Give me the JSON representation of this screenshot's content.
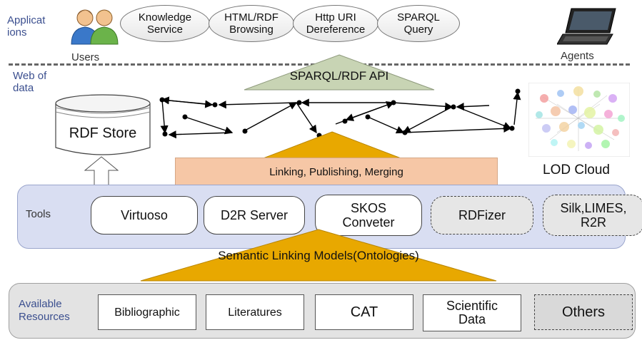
{
  "labels": {
    "applications": "Applicat\nions",
    "web_of_data": "Web of\ndata",
    "tools": "Tools",
    "available_resources": "Available\nResources",
    "users": "Users",
    "agents": "Agents",
    "lod_cloud": "LOD Cloud",
    "rdf_store": "RDF Store"
  },
  "applications": [
    {
      "line1": "Knowledge",
      "line2": "Service"
    },
    {
      "line1": "HTML/RDF",
      "line2": "Browsing"
    },
    {
      "line1": "Http URI",
      "line2": "Dereference"
    },
    {
      "line1": "SPARQL",
      "line2": "Query"
    }
  ],
  "api_label": "SPARQL/RDF API",
  "linking_label": "Linking, Publishing, Merging",
  "models_label": "Semantic Linking Models(Ontologies)",
  "tools": [
    {
      "label": "Virtuoso",
      "dashed": false
    },
    {
      "label": "D2R Server",
      "dashed": false
    },
    {
      "label": "SKOS\nConveter",
      "dashed": false
    },
    {
      "label": "RDFizer",
      "dashed": true
    },
    {
      "label": "Silk,LIMES,\nR2R",
      "dashed": true
    }
  ],
  "resources": [
    {
      "label": "Bibliographic",
      "dashed": false
    },
    {
      "label": "Literatures",
      "dashed": false
    },
    {
      "label": "CAT",
      "dashed": false
    },
    {
      "label": "Scientific\nData",
      "dashed": false
    },
    {
      "label": "Others",
      "dashed": true
    }
  ],
  "colors": {
    "label_blue": "#3b4f8f",
    "tools_band": "#d9def2",
    "resources_band": "#e3e3e3",
    "linking_bar": "#f6c7a6",
    "triangle_gold": "#e8a800",
    "api_triangle": "#c8d4b4"
  },
  "icons": [
    "users-icon",
    "laptop-icon",
    "database-icon",
    "lod-cloud-icon",
    "up-arrow-icon"
  ]
}
